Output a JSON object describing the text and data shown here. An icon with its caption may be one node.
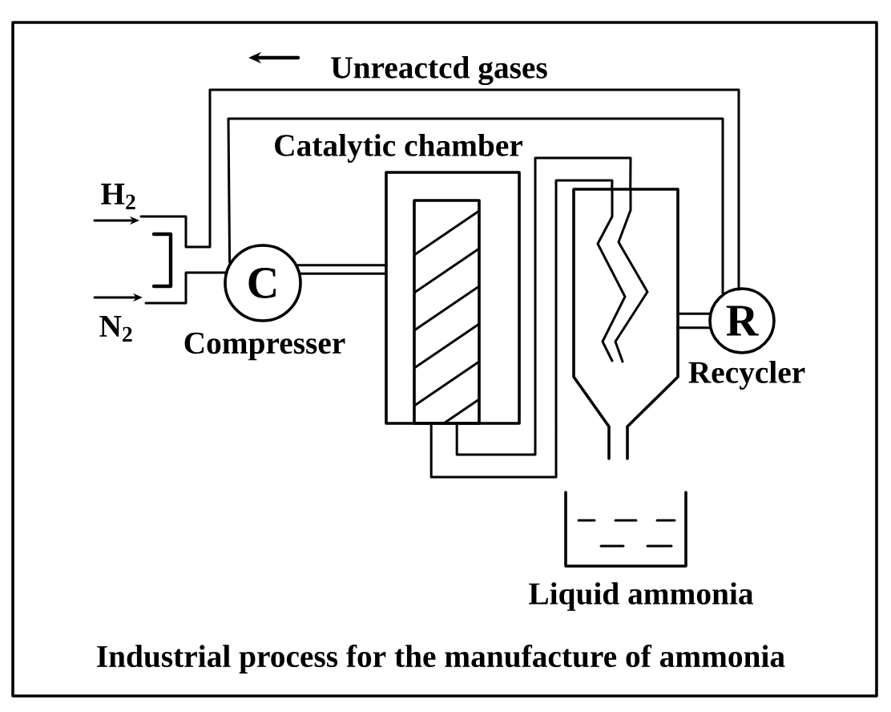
{
  "diagram": {
    "caption": "Industrial process for the manufacture of ammonia",
    "nodes": [
      {
        "text": [
          "C"
        ],
        "beside": [
          "Compresser"
        ]
      },
      {
        "text": [
          "Catalytic chamber"
        ]
      },
      {
        "text": [],
        "shape": "cylinder"
      },
      {
        "text": [
          "R"
        ],
        "beside": [
          "Recycler"
        ]
      },
      {
        "text": [],
        "shape": "box",
        "beside": [
          "Liquid ammonia"
        ]
      }
    ],
    "edges": [
      {
        "from": 0,
        "to": 1,
        "arrow": "none"
      },
      {
        "from": 1,
        "to": 2,
        "arrow": "none"
      },
      {
        "from": 1,
        "to": 2,
        "arrow": "none"
      },
      {
        "from": 2,
        "to": 3,
        "arrow": "none"
      },
      {
        "from": 3,
        "to": 0,
        "arrow": "none",
        "label": "Unreactcd gases"
      }
    ],
    "labels": [
      "H$_{2}$",
      "N$_{2}$"
    ]
  }
}
